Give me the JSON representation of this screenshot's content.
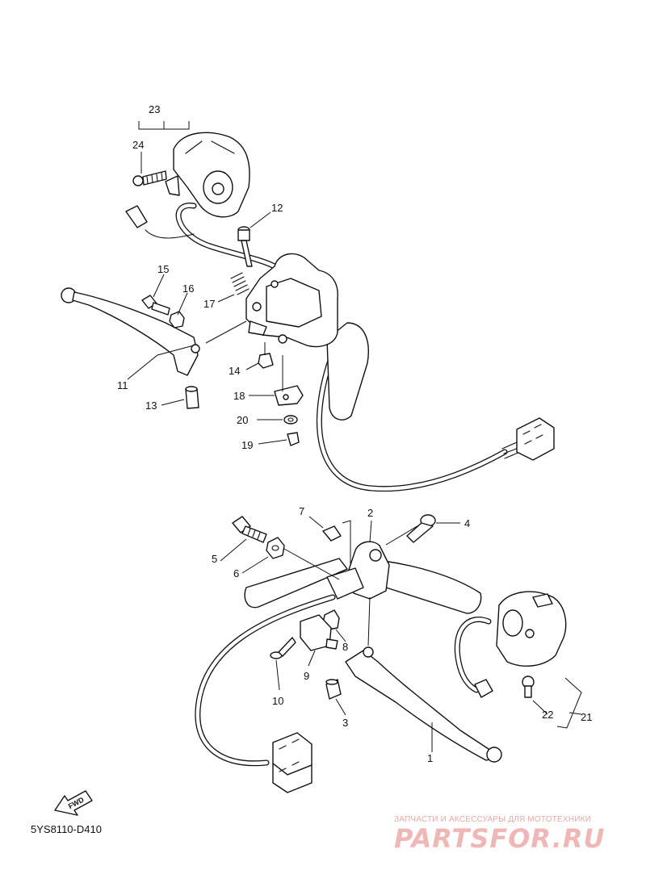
{
  "diagram_code": "5YS8110-D410",
  "fwd_label": "FWD",
  "watermark": {
    "caption": "ЗАПЧАСТИ И АКСЕССУАРЫ ДЛЯ МОТОТЕХНИКИ",
    "brand": "PARTSFOR.RU"
  },
  "callouts": [
    "1",
    "2",
    "3",
    "4",
    "5",
    "6",
    "7",
    "8",
    "9",
    "10",
    "11",
    "12",
    "13",
    "14",
    "15",
    "16",
    "17",
    "18",
    "19",
    "20",
    "21",
    "22",
    "23",
    "24"
  ]
}
